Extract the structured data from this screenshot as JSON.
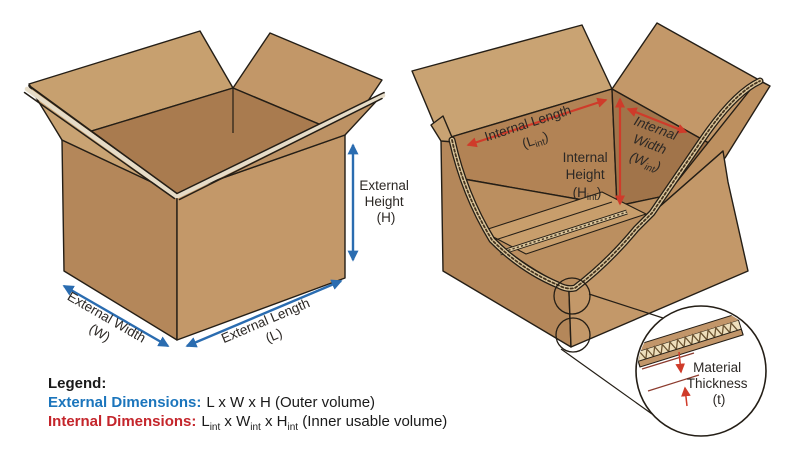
{
  "colors": {
    "background": "#ffffff",
    "blue_arrow": "#2a6cb0",
    "red_arrow": "#cf3b2a",
    "legend_blue": "#1b75bc",
    "legend_red": "#c4252b",
    "cardboard_light": "#c7a06f",
    "cardboard_mid": "#b4875a",
    "cardboard_dark": "#a97b4f",
    "corrugation_strip": "#dcc69b",
    "outline": "#241e16"
  },
  "external_box": {
    "height_label": {
      "line1": "External",
      "line2": "Height",
      "line3": "(H)"
    },
    "width_label": {
      "line1": "External Width",
      "line2": "(W)"
    },
    "length_label": {
      "line1": "External Length",
      "line2": "(L)"
    }
  },
  "internal_box": {
    "length_label": {
      "line1": "Internal Length",
      "open": "(L",
      "sub": "int",
      "close": ")"
    },
    "height_label": {
      "line1": "Internal",
      "line2": "Height",
      "open": "(H",
      "sub": "int",
      "close": ")"
    },
    "width_label": {
      "line1": "Internal",
      "line2": "Width",
      "open": "(W",
      "sub": "int",
      "close": ")"
    },
    "material_label": {
      "line1": "Material",
      "line2": "Thickness",
      "line3": "(t)"
    }
  },
  "legend": {
    "title": "Legend:",
    "external_label": "External Dimensions:",
    "external_formula": "L x W x H (Outer volume)",
    "internal_label": "Internal Dimensions:",
    "internal_formula": {
      "p1": "L",
      "s1": "int",
      "p2": " x W",
      "s2": "int",
      "p3": " x H",
      "s3": "int",
      "p4": " (Inner usable volume)"
    }
  }
}
